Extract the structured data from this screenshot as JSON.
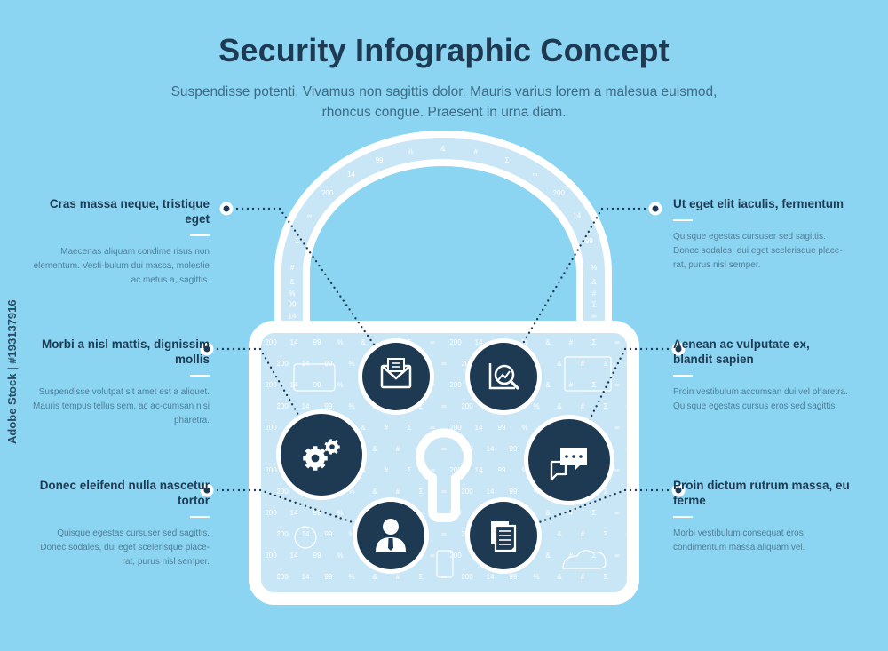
{
  "header": {
    "title": "Security Infographic Concept",
    "subtitle": "Suspendisse potenti. Vivamus non sagittis dolor. Mauris varius lorem a malesua euismod, rhoncus congue. Praesent in urna diam."
  },
  "features": [
    {
      "title": "Cras massa neque, tristique eget",
      "description": "Maecenas aliquam condime risus non elementum. Vesti-bulum dui massa, molestie ac metus a, sagittis.",
      "icon": "envelope-icon"
    },
    {
      "title": "Morbi a nisl mattis, dignissim mollis",
      "description": "Suspendisse volutpat sit amet est a aliquet. Mauris tempus tellus sem, ac ac-cumsan nisi pharetra.",
      "icon": "gears-icon"
    },
    {
      "title": "Donec eleifend nulla nascetur tortor",
      "description": "Quisque egestas cursuser sed sagittis. Donec sodales, dui eget scelerisque place-rat, purus nisl semper.",
      "icon": "person-icon"
    },
    {
      "title": "Ut eget elit iaculis, fermentum",
      "description": "Quisque egestas cursuser sed sagittis. Donec sodales, dui eget scelerisque place-rat, purus nisl semper.",
      "icon": "chart-magnifier-icon"
    },
    {
      "title": "Aenean ac vulputate ex, blandit sapien",
      "description": "Proin vestibulum accumsan dui vel pharetra. Quisque egestas cursus eros sed sagittis.",
      "icon": "chat-bubbles-icon"
    },
    {
      "title": "Proin dictum rutrum massa, eu ferme",
      "description": "Morbi vestibulum consequat eros, condimentum massa aliquam vel.",
      "icon": "documents-icon"
    }
  ],
  "background_glyphs": [
    "200",
    "14",
    "99",
    "%",
    "&",
    "#",
    "Σ",
    "∞"
  ],
  "vertical_label": "Adobe Stock | #193137916",
  "colors": {
    "background": "#8bd5f2",
    "dark": "#1e3a53",
    "white": "#ffffff",
    "text": "#4f7f99",
    "pattern": "#c8e6f5"
  }
}
